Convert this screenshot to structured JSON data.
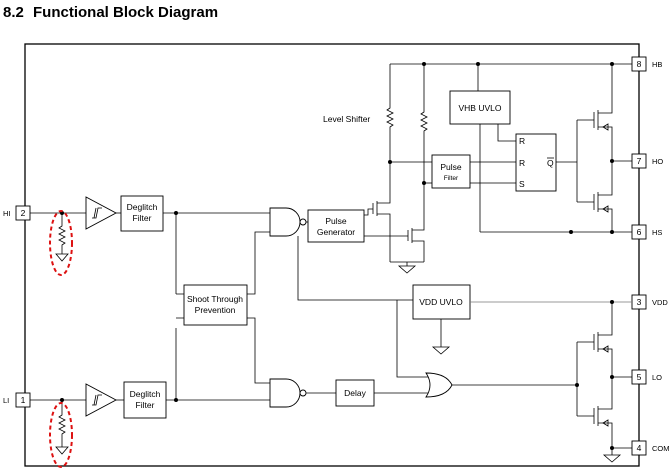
{
  "heading": {
    "number": "8.2",
    "title": "Functional Block Diagram"
  },
  "pins": {
    "hi": {
      "num": "2",
      "name": "HI"
    },
    "li": {
      "num": "1",
      "name": "LI"
    },
    "hb": {
      "num": "8",
      "name": "HB"
    },
    "ho": {
      "num": "7",
      "name": "HO"
    },
    "hs": {
      "num": "6",
      "name": "HS"
    },
    "vdd": {
      "num": "3",
      "name": "VDD"
    },
    "lo": {
      "num": "5",
      "name": "LO"
    },
    "com": {
      "num": "4",
      "name": "COM"
    }
  },
  "blocks": {
    "deglitch_hi": [
      "Deglitch",
      "Filter"
    ],
    "deglitch_li": [
      "Deglitch",
      "Filter"
    ],
    "shoot_through": [
      "Shoot Through",
      "Prevention"
    ],
    "pulse_generator": [
      "Pulse",
      "Generator"
    ],
    "pulse_filter": [
      "Pulse",
      "Filter"
    ],
    "vhb_uvlo": "VHB UVLO",
    "vdd_uvlo": "VDD UVLO",
    "delay": "Delay",
    "level_shifter": "Level Shifter",
    "latch": {
      "r1": "R",
      "r2": "R",
      "s": "S",
      "q": "Q"
    }
  },
  "colors": {
    "highlight": "#dd1111",
    "line": "#000000",
    "supply_line": "#777777"
  }
}
